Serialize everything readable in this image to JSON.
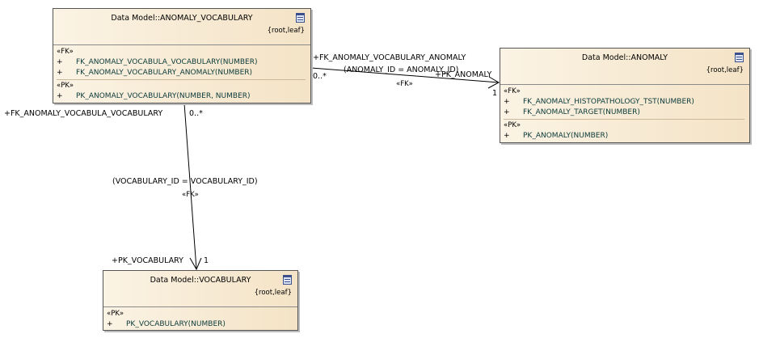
{
  "tables": {
    "anomaly_vocabulary": {
      "title": "Data Model::ANOMALY_VOCABULARY",
      "tags": "{root,leaf}",
      "fk_stereotype": "«FK»",
      "fk_ops": [
        {
          "vis": "+",
          "name": "FK_ANOMALY_VOCABULA_VOCABULARY(NUMBER)"
        },
        {
          "vis": "+",
          "name": "FK_ANOMALY_VOCABULARY_ANOMALY(NUMBER)"
        }
      ],
      "pk_stereotype": "«PK»",
      "pk_ops": [
        {
          "vis": "+",
          "name": "PK_ANOMALY_VOCABULARY(NUMBER, NUMBER)"
        }
      ]
    },
    "anomaly": {
      "title": "Data Model::ANOMALY",
      "tags": "{root,leaf}",
      "fk_stereotype": "«FK»",
      "fk_ops": [
        {
          "vis": "+",
          "name": "FK_ANOMALY_HISTOPATHOLOGY_TST(NUMBER)"
        },
        {
          "vis": "+",
          "name": "FK_ANOMALY_TARGET(NUMBER)"
        }
      ],
      "pk_stereotype": "«PK»",
      "pk_ops": [
        {
          "vis": "+",
          "name": "PK_ANOMALY(NUMBER)"
        }
      ]
    },
    "vocabulary": {
      "title": "Data Model::VOCABULARY",
      "tags": "{root,leaf}",
      "pk_stereotype": "«PK»",
      "pk_ops": [
        {
          "vis": "+",
          "name": "PK_VOCABULARY(NUMBER)"
        }
      ]
    }
  },
  "links": {
    "to_anomaly": {
      "source_role": "+FK_ANOMALY_VOCABULARY_ANOMALY",
      "source_mult": "0..*",
      "condition": "(ANOMALY_ID = ANOMALY_ID)",
      "stereotype": "«FK»",
      "target_role": "+PK_ANOMALY",
      "target_mult": "1"
    },
    "to_vocabulary": {
      "source_role": "+FK_ANOMALY_VOCABULA_VOCABULARY",
      "source_mult": "0..*",
      "condition": "(VOCABULARY_ID = VOCABULARY_ID)",
      "stereotype": "«FK»",
      "target_role": "+PK_VOCABULARY",
      "target_mult": "1"
    }
  }
}
